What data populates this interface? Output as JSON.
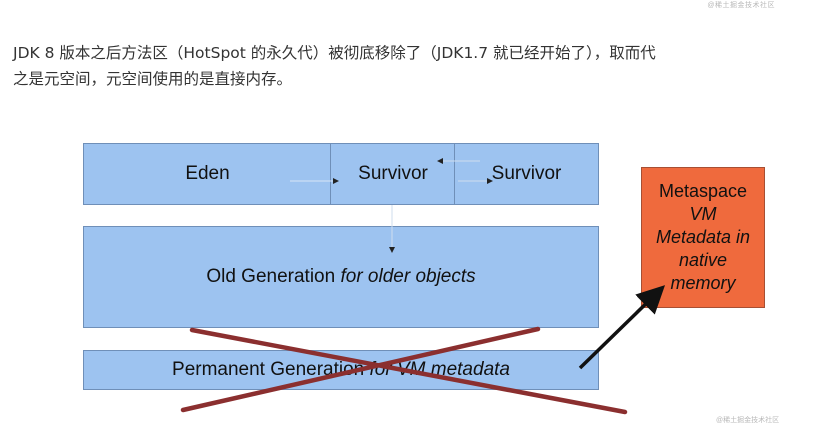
{
  "watermark_top": "@稀土掘金技术社区",
  "paragraph": {
    "line1": "JDK 8 版本之后方法区（HotSpot 的永久代）被彻底移除了（JDK1.7 就已经开始了），取而代",
    "line2": "之是元空间，元空间使用的是直接内存。"
  },
  "diagram": {
    "eden": "Eden",
    "survivor_1": "Survivor",
    "survivor_2": "Survivor",
    "old_gen_prefix": "Old Generation ",
    "old_gen_suffix": "for older objects",
    "perm_gen_prefix": "Permanent Generation ",
    "perm_gen_suffix": "for VM metadata",
    "metaspace_line1": "Metaspace",
    "metaspace_line2": "VM",
    "metaspace_line3": "Metadata in",
    "metaspace_line4": "native",
    "metaspace_line5": "memory",
    "colors": {
      "heap_fill": "#9dc3f0",
      "heap_border": "#6f8fb8",
      "metaspace_fill": "#ef6a3d",
      "cross": "#8b2f2f"
    }
  },
  "watermark_bottom": "@稀土掘金技术社区"
}
